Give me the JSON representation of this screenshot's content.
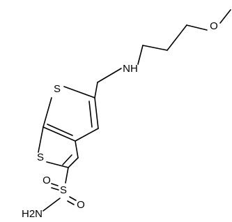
{
  "molecule": {
    "atoms": {
      "s_upper": "S",
      "s_lower": "S",
      "nh": "NH",
      "o_methoxy": "O",
      "s_sulfonyl": "S",
      "o_sulfonyl_left": "O",
      "o_sulfonyl_right": "O",
      "nh2": "H2N"
    }
  }
}
